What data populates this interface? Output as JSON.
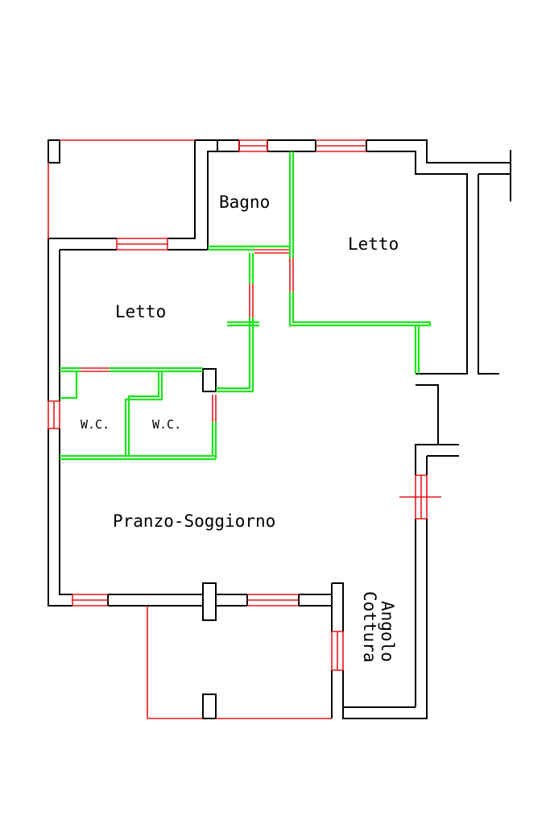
{
  "rooms": {
    "bagno": "Bagno",
    "letto_right": "Letto",
    "letto_left": "Letto",
    "wc_left": "W.C.",
    "wc_right": "W.C.",
    "pranzo": "Pranzo-Soggiorno",
    "angolo": "Angolo",
    "cottura": "Cottura"
  },
  "colors": {
    "walls": "#000000",
    "openings": "#e8181c",
    "partitions": "#19e619"
  }
}
